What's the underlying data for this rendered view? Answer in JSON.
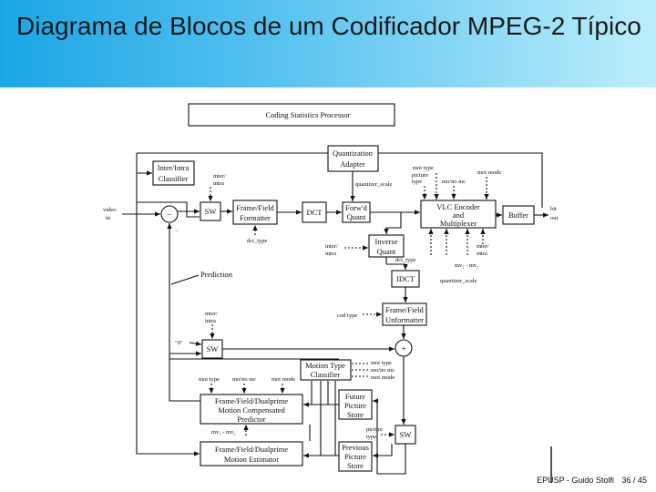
{
  "slide": {
    "title": "Diagrama de Blocos de um Codificador MPEG-2 Típico",
    "footer_author": "EPUSP - Guido Stolfi",
    "footer_page": "36 / 45"
  },
  "diagram": {
    "coding_stats": "Coding Statistics Processor",
    "quant_adapter_1": "Quantization",
    "quant_adapter_2": "Adapter",
    "interintra_classifier_1": "Inter/Intra",
    "interintra_classifier_2": "Classifier",
    "sw": "SW",
    "ff_formatter_1": "Frame/Field",
    "ff_formatter_2": "Formatter",
    "dct": "DCT",
    "fwd_quant_1": "Forw'd",
    "fwd_quant_2": "Quant",
    "vlc_1": "VLC Encoder",
    "vlc_2": "and",
    "vlc_3": "Multiplexer",
    "buffer": "Buffer",
    "inv_quant_1": "Inverse",
    "inv_quant_2": "Quant",
    "idct": "IDCT",
    "ff_unformatter_1": "Frame/Field",
    "ff_unformatter_2": "Unformatter",
    "motion_type_1": "Motion Type",
    "motion_type_2": "Classifier",
    "mc_pred_1": "Frame/Field/Dualprime",
    "mc_pred_2": "Motion Compensated",
    "mc_pred_3": "Predictor",
    "future_store_1": "Future",
    "future_store_2": "Picture",
    "future_store_3": "Store",
    "previous_store_1": "Previous",
    "previous_store_2": "Picture",
    "previous_store_3": "Store",
    "me_1": "Frame/Field/Dualprime",
    "me_2": "Motion Estimator",
    "video_in_1": "video",
    "video_in_2": "in",
    "bit_out_1": "bit",
    "bit_out_2": "out",
    "minus": "−",
    "plus": "+",
    "prediction": "Prediction",
    "zero": "\"0\"",
    "inter_intra_1": "inter/",
    "inter_intra_2": "intra",
    "quantizer_scale": "quantizer_scale",
    "dct_type": "dct_type",
    "mot_type": "mot type",
    "mo_no_mc": "mo/no mc",
    "mot_mode": "mot mode",
    "picture_type_1": "picture",
    "picture_type_2": "type",
    "mv_labels": "mv₁ - mv₂",
    "cod_type": "cod type",
    "picture_type_sw": "picture type"
  }
}
